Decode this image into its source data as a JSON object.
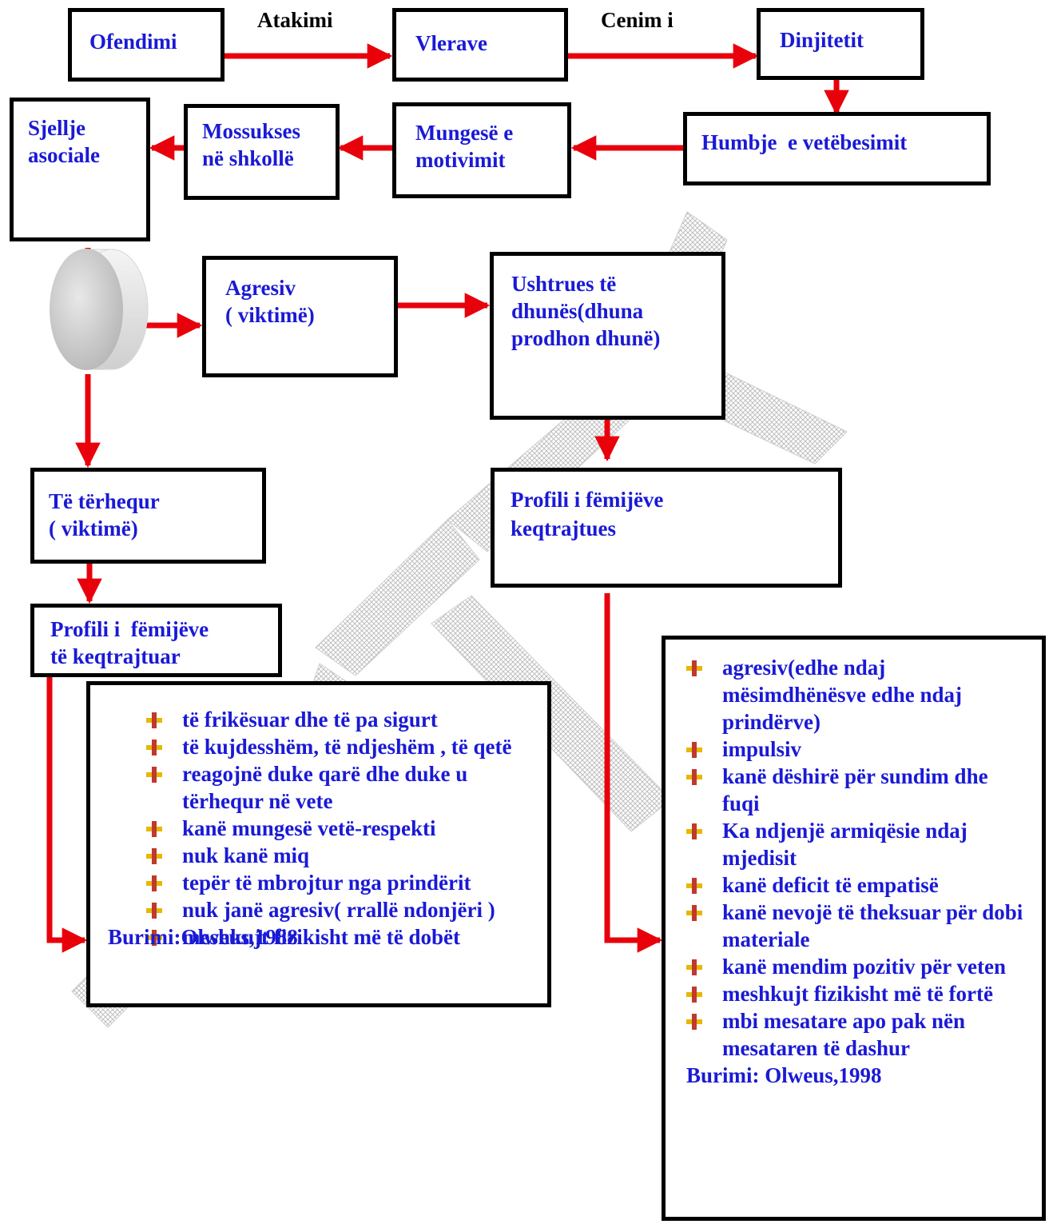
{
  "diagram": {
    "nodes": {
      "ofendimi": "Ofendimi",
      "vlerave": "Vlerave",
      "dinjitetit": "Dinjitetit",
      "humbje": "Humbje  e vetëbesimit",
      "mungese_1": "Mungesë e",
      "mungese_2": "motivimit",
      "mossukses_1": "Mossukses",
      "mossukses_2": "në shkollë",
      "sjellje_1": "Sjellje",
      "sjellje_2": "asociale",
      "agresiv_1": "Agresiv",
      "agresiv_2": "( viktimë)",
      "ushtrues_1": "Ushtrues të",
      "ushtrues_2": "dhunës(dhuna",
      "ushtrues_3": "prodhon dhunë)",
      "terhequr_1": "Të tërhequr",
      "terhequr_2": "( viktimë)",
      "profili_keq_1": "Profili i fëmijëve",
      "profili_keq_2": "keqtrajtues",
      "profili_vik_1": "Profili i  fëmijëve",
      "profili_vik_2": "të keqtrajtuar"
    },
    "edge_labels": {
      "atakimi": "Atakimi",
      "cenim": "Cenim  i"
    },
    "left_list": {
      "items": [
        "të frikësuar dhe të pa sigurt",
        "të kujdesshëm, të ndjeshëm , të qetë",
        "reagojnë  duke qarë dhe  duke u tërhequr në vete",
        "kanë mungesë vetë-respekti",
        "nuk kanë miq",
        " tepër  të mbrojtur nga prindërit",
        "nuk janë agresiv( rrallë ndonjëri )",
        "meshkujt fizikisht më të dobët"
      ],
      "source": "Burimi:Olweus,1988"
    },
    "right_list": {
      "items": [
        "agresiv(edhe ndaj mësimdhënësve  edhe ndaj prindërve)",
        "impulsiv",
        "kanë dëshirë për sundim dhe  fuqi",
        "Ka ndjenjë armiqësie ndaj mjedisit",
        "kanë deficit të empatisë",
        "kanë nevojë të theksuar për dobi materiale",
        " kanë  mendim  pozitiv për veten",
        "meshkujt  fizikisht më të fortë",
        " mbi mesatare   apo pak nën mesataren  të dashur"
      ],
      "source": "Burimi: Olweus,1998"
    },
    "colors": {
      "text": "#1a1ad6",
      "arrow": "#e8000b",
      "border": "#000000",
      "bullet_bar": "#e6b800",
      "bullet_cross": "#c0392b",
      "watermark": "#c8c8c8"
    }
  }
}
